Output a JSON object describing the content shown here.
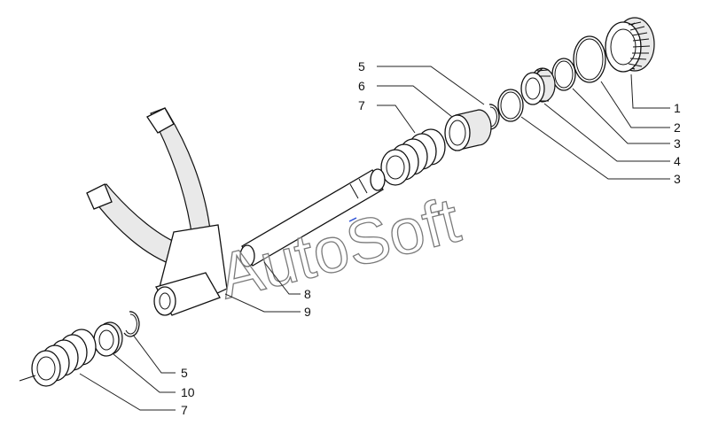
{
  "watermark": "AutoSoft",
  "callouts": [
    {
      "id": "c5a",
      "label": "5"
    },
    {
      "id": "c6",
      "label": "6"
    },
    {
      "id": "c7a",
      "label": "7"
    },
    {
      "id": "c1",
      "label": "1"
    },
    {
      "id": "c2",
      "label": "2"
    },
    {
      "id": "c3a",
      "label": "3"
    },
    {
      "id": "c4",
      "label": "4"
    },
    {
      "id": "c3b",
      "label": "3"
    },
    {
      "id": "c8",
      "label": "8"
    },
    {
      "id": "c9",
      "label": "9"
    },
    {
      "id": "c5b",
      "label": "5"
    },
    {
      "id": "c10",
      "label": "10"
    },
    {
      "id": "c7b",
      "label": "7"
    }
  ],
  "colors": {
    "line": "#111111",
    "background": "#ffffff",
    "watermark": "#7a7a7a"
  }
}
